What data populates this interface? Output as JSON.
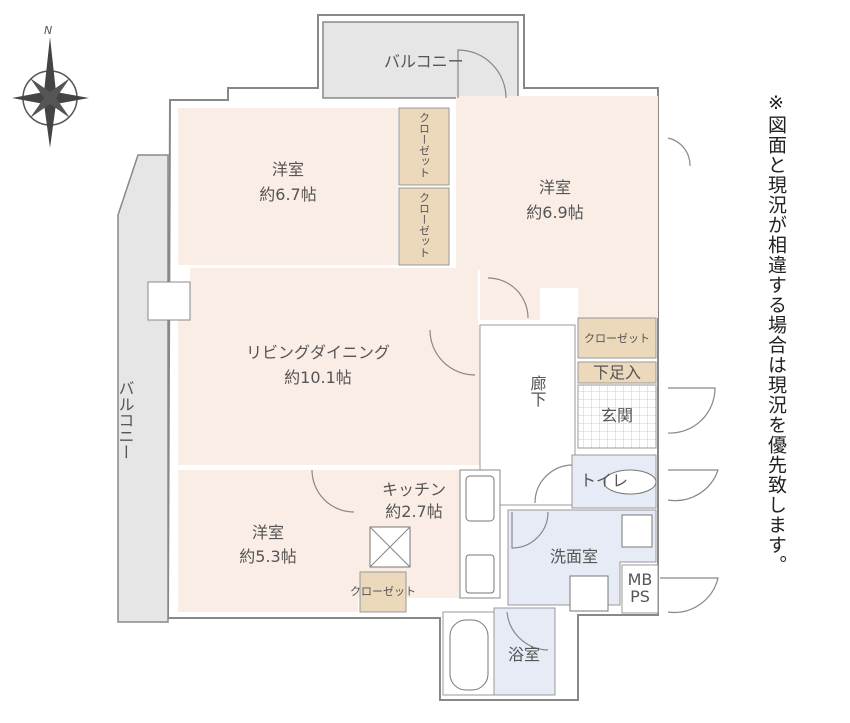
{
  "compass": {
    "north": "N"
  },
  "rooms": {
    "balcony_top": "バルコニー",
    "balcony_left": "バルコニー",
    "bedroom1": {
      "name": "洋室",
      "size": "約6.7帖"
    },
    "bedroom2": {
      "name": "洋室",
      "size": "約6.9帖"
    },
    "bedroom3": {
      "name": "洋室",
      "size": "約5.3帖"
    },
    "living": {
      "name": "リビングダイニング",
      "size": "約10.1帖"
    },
    "kitchen": {
      "name": "キッチン",
      "size": "約2.7帖"
    },
    "closet1": "クローゼット",
    "closet2": "クローゼット",
    "closet3": "クローゼット",
    "closet4": "クローゼット",
    "shoe": "下足入",
    "entrance": "玄関",
    "hall": "廊下",
    "toilet": "トイレ",
    "washroom": "洗面室",
    "bath": "浴室",
    "mbps1": "MB",
    "mbps2": "PS"
  },
  "note": "※図面と現況が相違する場合は現況を優先致します。",
  "colors": {
    "room": "#f9ede5",
    "closet": "#ecd8bb",
    "wet": "#e6ebf5",
    "balcony": "#e6e6e6",
    "wall": "#888888"
  }
}
